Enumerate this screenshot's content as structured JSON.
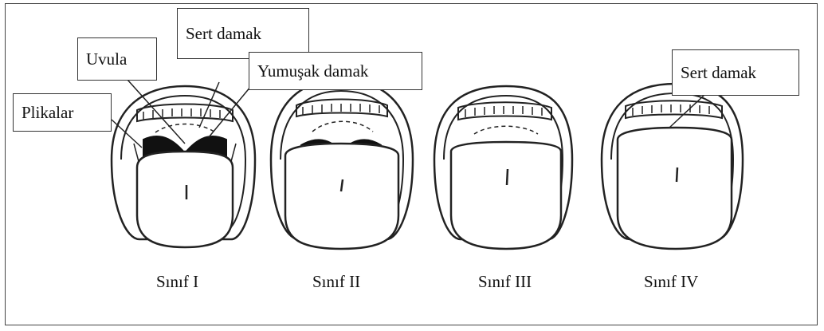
{
  "labels": {
    "uvula": "Uvula",
    "sert_damak_1": "Sert damak",
    "yumusak_damak": "Yumuşak damak",
    "plikalar": "Plikalar",
    "sert_damak_4": "Sert damak"
  },
  "classes": [
    {
      "caption": "Sınıf I"
    },
    {
      "caption": "Sınıf II"
    },
    {
      "caption": "Sınıf III"
    },
    {
      "caption": "Sınıf IV"
    }
  ]
}
